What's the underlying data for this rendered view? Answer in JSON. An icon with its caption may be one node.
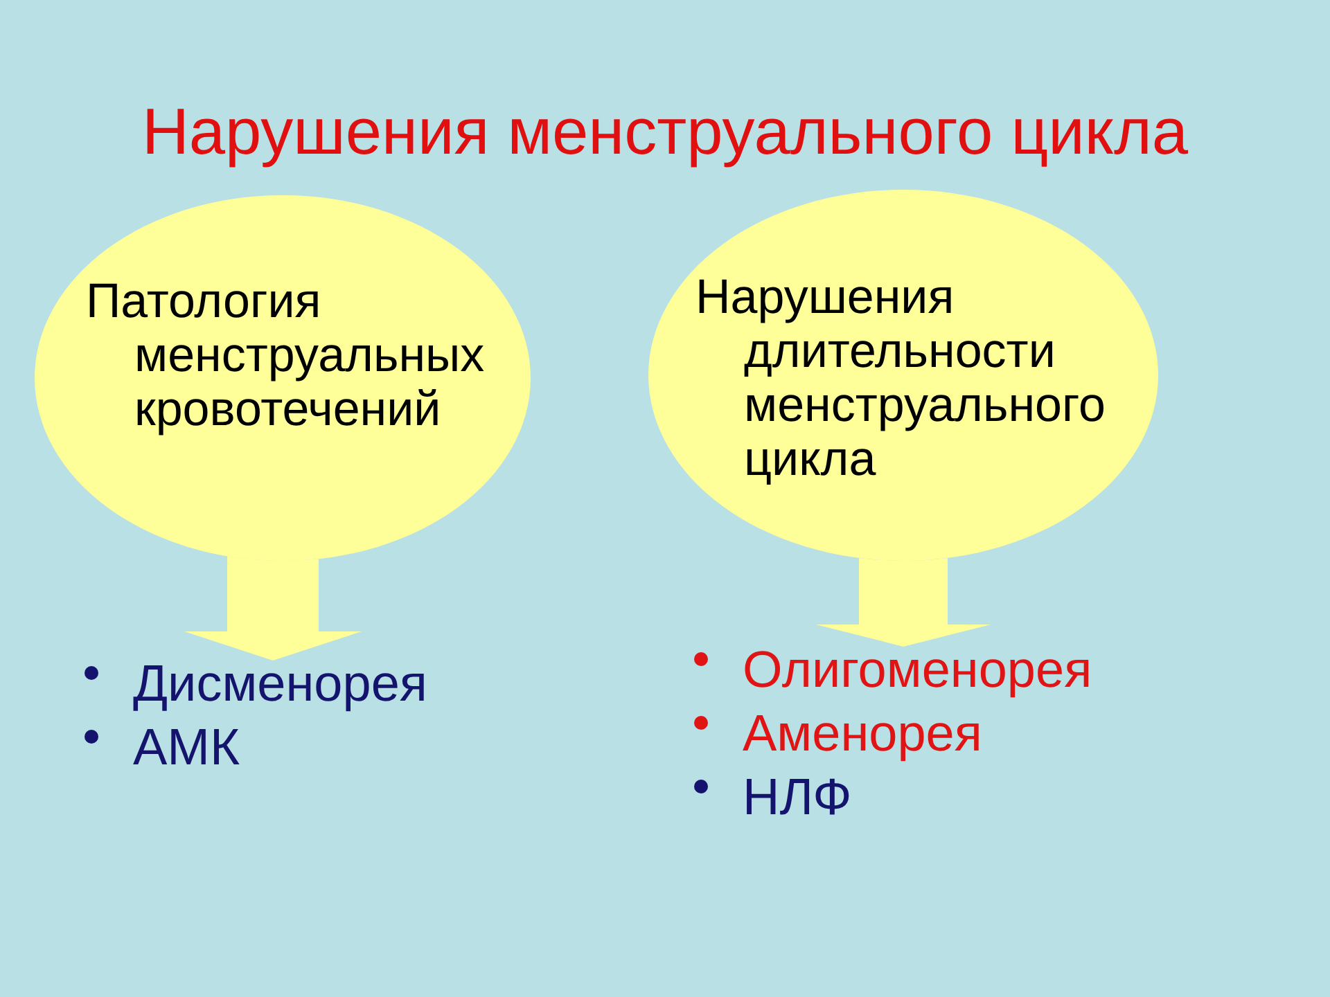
{
  "diagram": {
    "title": "Нарушения менструального цикла",
    "nodes": [
      {
        "text": [
          "Патология менструальных кровотечений"
        ]
      },
      {
        "text": [
          "Нарушения длительности менструального цикла"
        ]
      },
      {
        "text": [
          "Дисменорея",
          "АМК"
        ]
      },
      {
        "text": [
          "Олигоменорея",
          "Аменорея",
          "НЛФ"
        ]
      }
    ],
    "edges": [
      {
        "from": 0,
        "to": 2,
        "arrow": "to"
      },
      {
        "from": 1,
        "to": 3,
        "arrow": "to"
      }
    ]
  }
}
